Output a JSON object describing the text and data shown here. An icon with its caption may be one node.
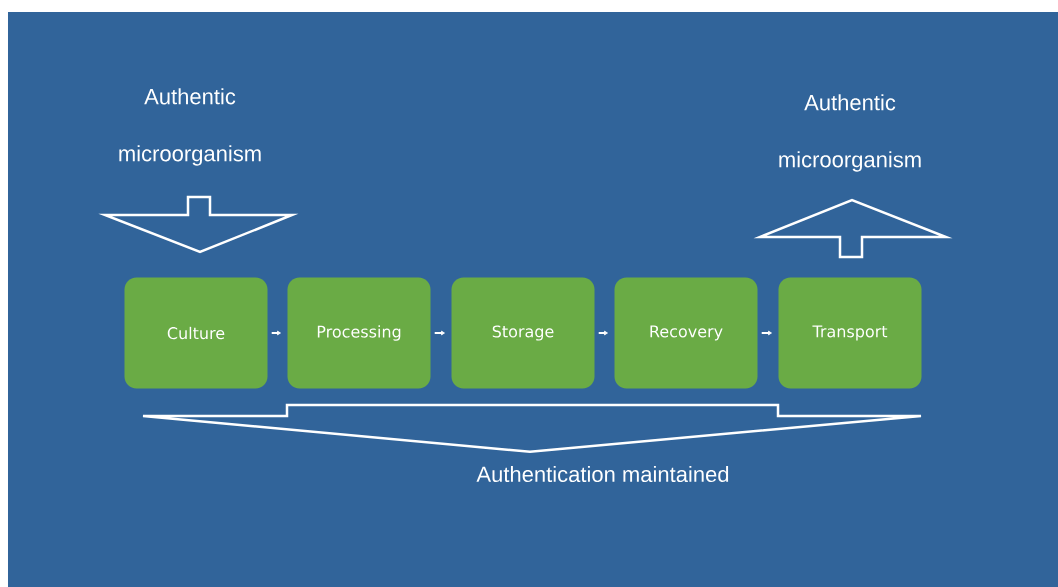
{
  "diagram": {
    "nodes": [
      {
        "text": [
          "Authentic microorganism"
        ]
      },
      {
        "text": [
          "Culture"
        ]
      },
      {
        "text": [
          "Processing"
        ]
      },
      {
        "text": [
          "Storage"
        ]
      },
      {
        "text": [
          "Recovery"
        ]
      },
      {
        "text": [
          "Transport"
        ]
      },
      {
        "text": [
          "Authentic microorganism"
        ]
      },
      {
        "text": [
          "Authentication maintained"
        ]
      }
    ],
    "edges": [
      {
        "from": 0,
        "to": 1,
        "arrow": "to",
        "style": "thick"
      },
      {
        "from": 1,
        "to": 2,
        "arrow": "to"
      },
      {
        "from": 2,
        "to": 3,
        "arrow": "to"
      },
      {
        "from": 3,
        "to": 4,
        "arrow": "to"
      },
      {
        "from": 4,
        "to": 5,
        "arrow": "to"
      },
      {
        "from": 5,
        "to": 6,
        "arrow": "to",
        "style": "thick"
      },
      {
        "from": null,
        "to": 7,
        "arrow": "to",
        "style": "thick"
      }
    ]
  }
}
